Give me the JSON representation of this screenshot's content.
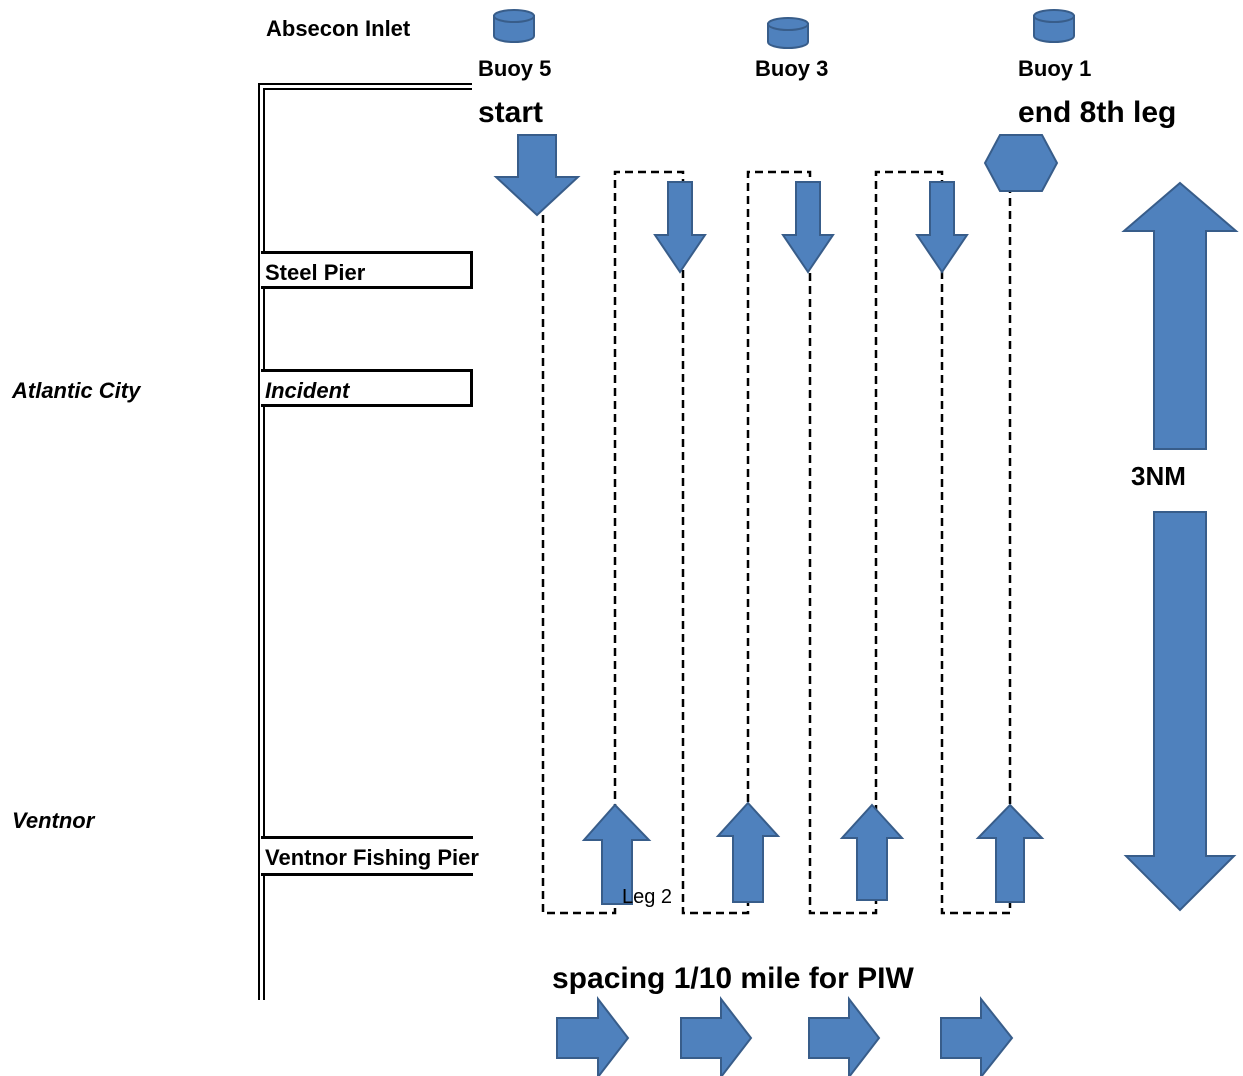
{
  "place_labels": {
    "inlet": "Absecon Inlet",
    "atlantic_city": "Atlantic City",
    "ventnor": "Ventnor"
  },
  "buoys": [
    "Buoy 5",
    "Buoy 3",
    "Buoy 1"
  ],
  "piers": {
    "steel": "Steel Pier",
    "incident": "Incident",
    "ventnor_fishing": "Ventnor Fishing Pier"
  },
  "markers": {
    "start": "start",
    "end": "end 8th leg",
    "leg": "Leg 2"
  },
  "scale_label": "3NM",
  "spacing_label": "spacing 1/10 mile for PIW",
  "colors": {
    "shape_fill": "#4f81bd",
    "shape_stroke": "#385d8a",
    "line": "#000000"
  },
  "icons": {
    "buoy": "cylinder-icon",
    "end_marker": "hexagon-icon",
    "down_leg": "down-arrow-icon",
    "up_leg": "up-arrow-icon",
    "spacing": "right-arrow-icon",
    "scale": "double-arrow-icon"
  }
}
